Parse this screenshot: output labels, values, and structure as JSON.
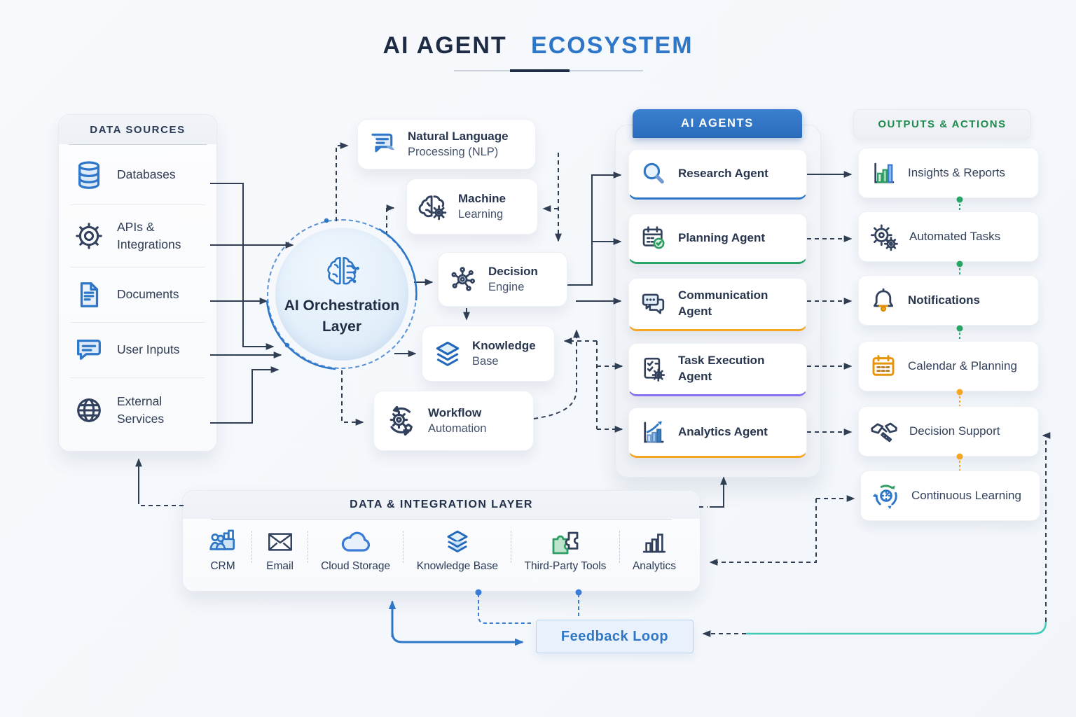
{
  "title": {
    "part1": "AI AGENT",
    "part2": "ECOSYSTEM"
  },
  "data_sources": {
    "header": "DATA SOURCES",
    "items": [
      {
        "label": "Databases",
        "icon": "database-icon"
      },
      {
        "label": "APIs & Integrations",
        "icon": "gear-icon"
      },
      {
        "label": "Documents",
        "icon": "document-icon"
      },
      {
        "label": "User Inputs",
        "icon": "speech-bubble-icon"
      },
      {
        "label": "External Services",
        "icon": "globe-icon"
      }
    ]
  },
  "orchestration": {
    "line1": "AI Orchestration",
    "line2": "Layer",
    "icon": "brain-circuit-icon"
  },
  "core_modules": [
    {
      "line1": "Natural Language",
      "line2": "Processing (NLP)",
      "icon": "chat-bubble-icon"
    },
    {
      "line1": "Machine",
      "line2": "Learning",
      "icon": "brain-gear-icon"
    },
    {
      "line1": "Decision",
      "line2": "Engine",
      "icon": "hub-network-icon"
    },
    {
      "line1": "Knowledge",
      "line2": "Base",
      "icon": "layers-icon"
    },
    {
      "line1": "Workflow",
      "line2": "Automation",
      "icon": "gears-cycle-icon"
    }
  ],
  "agents": {
    "header": "AI AGENTS",
    "items": [
      {
        "label": "Research Agent",
        "icon": "magnifier-icon",
        "accent": "#2e77c8"
      },
      {
        "label": "Planning Agent",
        "icon": "calendar-check-icon",
        "accent": "#27a566"
      },
      {
        "label": "Communication Agent",
        "icon": "chat-bubbles-icon",
        "accent": "#f5a623"
      },
      {
        "label": "Task Execution Agent",
        "icon": "checklist-gear-icon",
        "accent": "#8672f2"
      },
      {
        "label": "Analytics Agent",
        "icon": "chart-up-icon",
        "accent": "#f5a623"
      }
    ]
  },
  "outputs": {
    "header": "OUTPUTS & ACTIONS",
    "items": [
      {
        "label": "Insights & Reports",
        "icon": "bar-chart-icon",
        "dot": "#27a566"
      },
      {
        "label": "Automated Tasks",
        "icon": "double-gear-icon",
        "dot": "#27a566"
      },
      {
        "label": "Notifications",
        "icon": "bell-icon",
        "dot": "#27a566"
      },
      {
        "label": "Calendar & Planning",
        "icon": "calendar-icon",
        "dot": "#f5a623"
      },
      {
        "label": "Decision Support",
        "icon": "handshake-icon",
        "dot": "#f5a623"
      },
      {
        "label": "Continuous Learning",
        "icon": "cycle-gauge-icon",
        "dot": null
      }
    ]
  },
  "integration": {
    "header": "DATA & INTEGRATION LAYER",
    "items": [
      {
        "label": "CRM",
        "icon": "crm-people-icon"
      },
      {
        "label": "Email",
        "icon": "envelope-icon"
      },
      {
        "label": "Cloud Storage",
        "icon": "cloud-icon"
      },
      {
        "label": "Knowledge Base",
        "icon": "layers-icon"
      },
      {
        "label": "Third-Party Tools",
        "icon": "puzzle-icon"
      },
      {
        "label": "Analytics",
        "icon": "bars-icon"
      }
    ]
  },
  "feedback": {
    "label": "Feedback Loop"
  },
  "colors": {
    "accent_blue": "#2e77c8",
    "accent_green": "#27a566",
    "accent_orange": "#f5a623",
    "accent_purple": "#8672f2",
    "teal_line": "#3fc9b6",
    "dark_line": "#2f3e53",
    "navy_text": "#1e2b45",
    "green_header": "#1f8a4d"
  }
}
